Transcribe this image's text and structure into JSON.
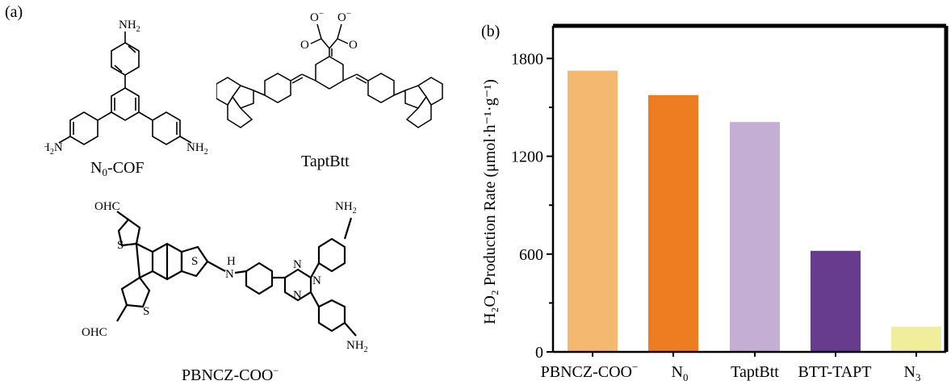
{
  "panels": {
    "a_label": "(a)",
    "b_label": "(b)"
  },
  "molecules": {
    "n0cof": {
      "name_main": "N",
      "name_sub": "0",
      "name_rest": "-COF",
      "labels": {
        "nh2_top": "NH",
        "nh2_left": "H N",
        "nh2_right": "NH",
        "sub2": "2"
      }
    },
    "taptbtt": {
      "name": "TaptBtt",
      "labels": {
        "o_minus": "O",
        "minus": "−",
        "o": "O"
      }
    },
    "pbncz": {
      "name_main": "PBNCZ-COO",
      "name_sup": "−",
      "labels": {
        "ohc": "OHC",
        "s": "S",
        "h": "H",
        "n": "N",
        "nh2": "NH",
        "sub2": "2"
      }
    }
  },
  "chart_data": {
    "type": "bar",
    "categories": [
      "PBNCZ-COO⁻",
      "N₀",
      "TaptBtt",
      "BTT-TAPT",
      "N₃"
    ],
    "category_parts": [
      {
        "main": "PBNCZ-COO",
        "sup": "−",
        "sub": ""
      },
      {
        "main": "N",
        "sup": "",
        "sub": "0"
      },
      {
        "main": "TaptBtt",
        "sup": "",
        "sub": ""
      },
      {
        "main": "BTT-TAPT",
        "sup": "",
        "sub": ""
      },
      {
        "main": "N",
        "sup": "",
        "sub": "3"
      }
    ],
    "values": [
      1725,
      1575,
      1410,
      620,
      155
    ],
    "colors": [
      "#F4B870",
      "#EE7D22",
      "#C5AED3",
      "#673B8E",
      "#F0EE9A"
    ],
    "ylim": [
      0,
      2000
    ],
    "yticks": [
      0,
      600,
      1200,
      1800
    ],
    "ylabel": "H₂O₂ Production Rate (μmol·h⁻¹·g⁻¹)",
    "grid": false
  }
}
